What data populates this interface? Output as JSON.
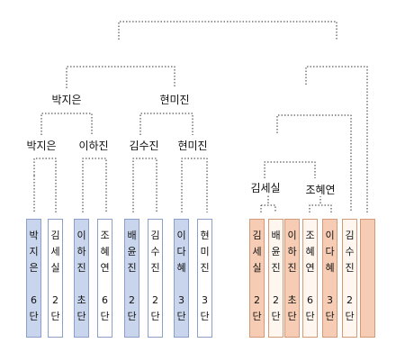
{
  "groups": {
    "left": {
      "label": "박지은"
    },
    "right": {
      "label": "현미진"
    },
    "left_a": {
      "label": "박지은"
    },
    "left_b": {
      "label": "이하진"
    },
    "right_a": {
      "label": "김수진"
    },
    "right_b": {
      "label": "현미진"
    },
    "bottom_a": {
      "label": "김세실"
    },
    "bottom_b": {
      "label": "조혜연"
    }
  },
  "players": [
    {
      "name": "박지은",
      "rank": "6단",
      "color": "blue"
    },
    {
      "name": "김세실",
      "rank": "2단",
      "color": "white"
    },
    {
      "name": "이하진",
      "rank": "초단",
      "color": "blue"
    },
    {
      "name": "조혜연",
      "rank": "6단",
      "color": "white"
    },
    {
      "name": "배윤진",
      "rank": "2단",
      "color": "blue"
    },
    {
      "name": "김수진",
      "rank": "2단",
      "color": "white"
    },
    {
      "name": "이다혜",
      "rank": "3단",
      "color": "blue"
    },
    {
      "name": "현미진",
      "rank": "3단",
      "color": "white"
    },
    {
      "name": "김세실",
      "rank": "2단",
      "color": "peach"
    },
    {
      "name": "배윤진",
      "rank": "2단",
      "color": "cream"
    },
    {
      "name": "이하진",
      "rank": "초단",
      "color": "peach"
    },
    {
      "name": "조혜연",
      "rank": "6단",
      "color": "cream"
    },
    {
      "name": "이다혜",
      "rank": "3단",
      "color": "peach"
    },
    {
      "name": "김수진",
      "rank": "2단",
      "color": "cream"
    },
    {
      "name": "",
      "rank": "",
      "color": "peach"
    }
  ],
  "colors": {
    "blue_fill": "#c9d5ec",
    "peach_fill": "#f6cdb4",
    "line": "#333333"
  }
}
